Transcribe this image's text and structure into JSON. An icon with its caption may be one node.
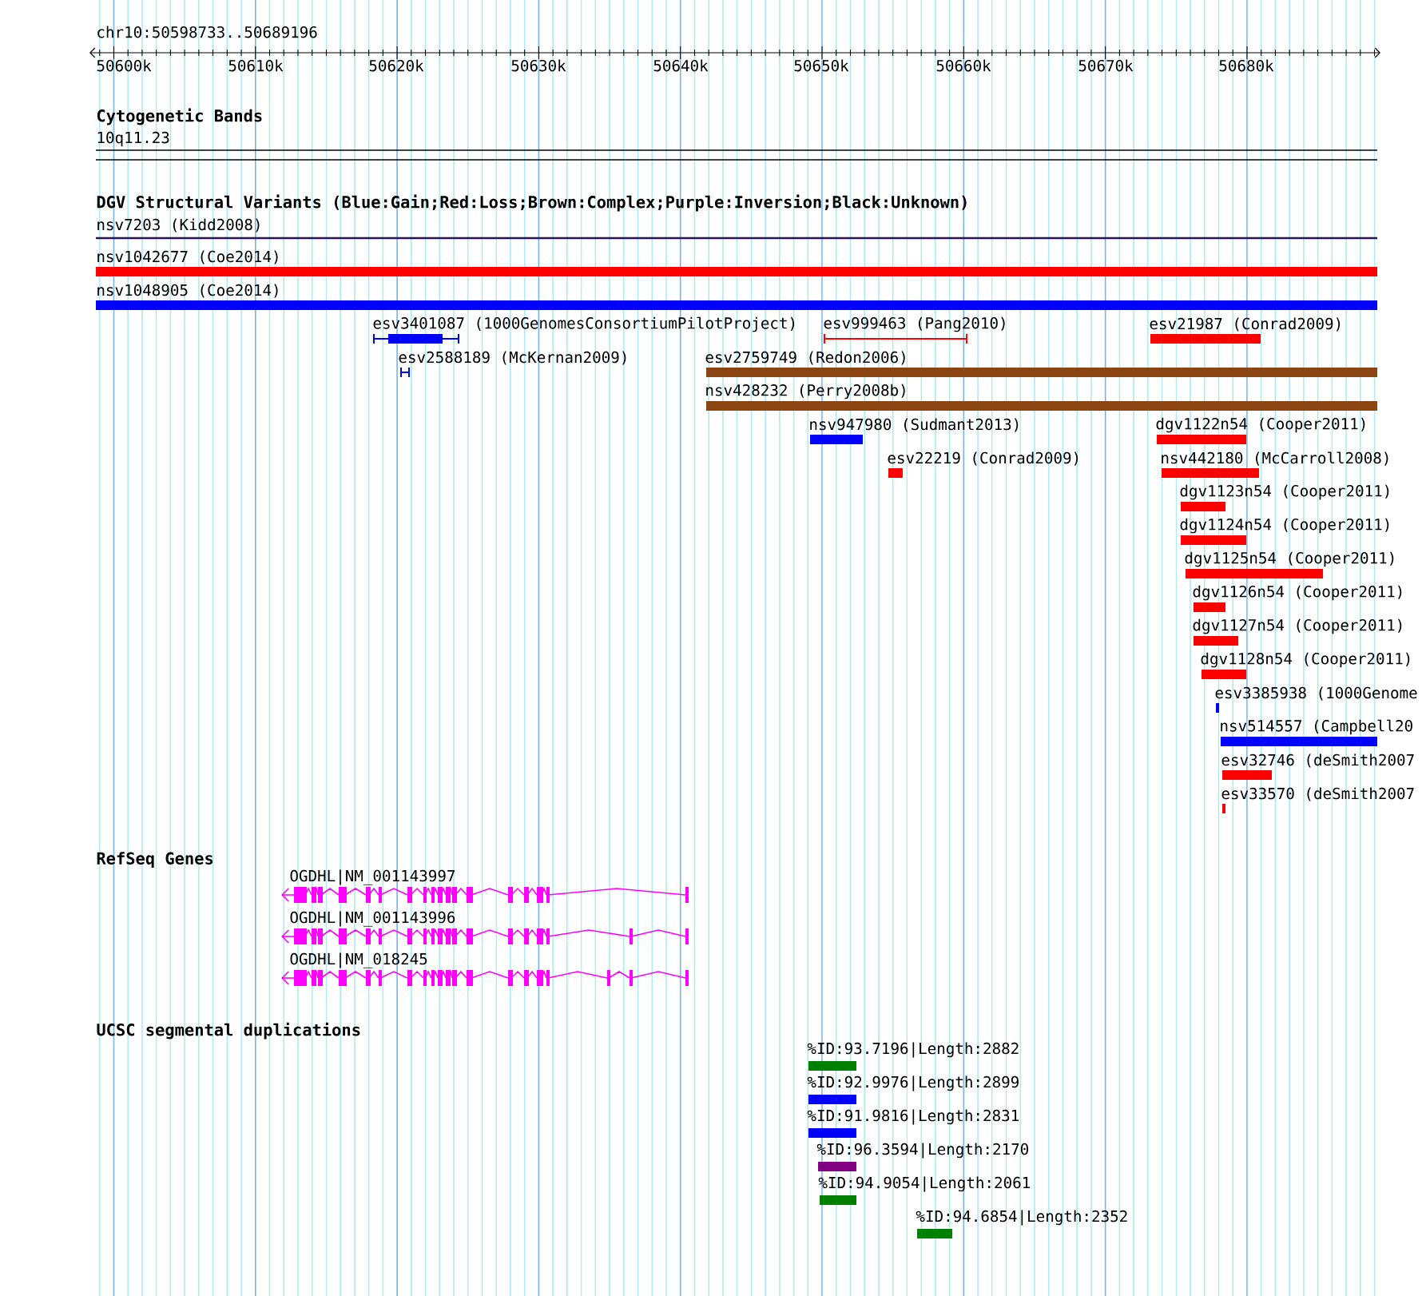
{
  "diagram": {
    "labels": [
      "chr10:50598733..50689196",
      "50600k",
      "50610k",
      "50620k",
      "50630k",
      "50640k",
      "50650k",
      "50660k",
      "50670k",
      "50680k",
      "Cytogenetic Bands",
      "10q11.23",
      "DGV Structural Variants (Blue:Gain;Red:Loss;Brown:Complex;Purple:Inversion;Black:Unknown)",
      "nsv7203 (Kidd2008)",
      "nsv1042677 (Coe2014)",
      "nsv1048905 (Coe2014)",
      "esv3401087 (1000GenomesConsortiumPilotProject)",
      "esv999463 (Pang2010)",
      "esv21987 (Conrad2009)",
      "esv2588189 (McKernan2009)",
      "esv2759749 (Redon2006)",
      "nsv428232 (Perry2008b)",
      "nsv947980 (Sudmant2013)",
      "dgv1122n54 (Cooper2011)",
      "esv22219 (Conrad2009)",
      "nsv442180 (McCarroll2008)",
      "dgv1123n54 (Cooper2011)",
      "dgv1124n54 (Cooper2011)",
      "dgv1125n54 (Cooper2011)",
      "dgv1126n54 (Cooper2011)",
      "dgv1127n54 (Cooper2011)",
      "dgv1128n54 (Cooper2011)",
      "esv3385938 (1000Genome",
      "nsv514557 (Campbell20",
      "esv32746 (deSmith2007",
      "esv33570 (deSmith2007",
      "RefSeq Genes",
      "OGDHL|NM_001143997",
      "OGDHL|NM_001143996",
      "OGDHL|NM_018245",
      "UCSC segmental duplications",
      "%ID:93.7196|Length:2882",
      "%ID:92.9976|Length:2899",
      "%ID:91.9816|Length:2831",
      "%ID:96.3594|Length:2170",
      "%ID:94.9054|Length:2061",
      "%ID:94.6854|Length:2352"
    ]
  }
}
